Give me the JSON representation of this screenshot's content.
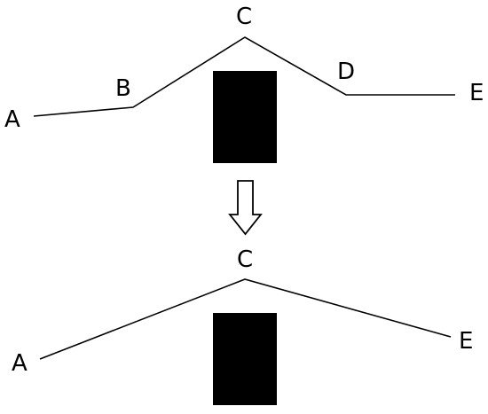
{
  "colors": {
    "line": "#000000",
    "obstacle": "#000000",
    "background": "#ffffff"
  },
  "top_diagram": {
    "labels": {
      "a": "A",
      "b": "B",
      "c": "C",
      "d": "D",
      "e": "E"
    }
  },
  "transform_arrow": {
    "icon": "hollow-down-arrow-icon"
  },
  "bottom_diagram": {
    "labels": {
      "a": "A",
      "c": "C",
      "e": "E"
    }
  }
}
